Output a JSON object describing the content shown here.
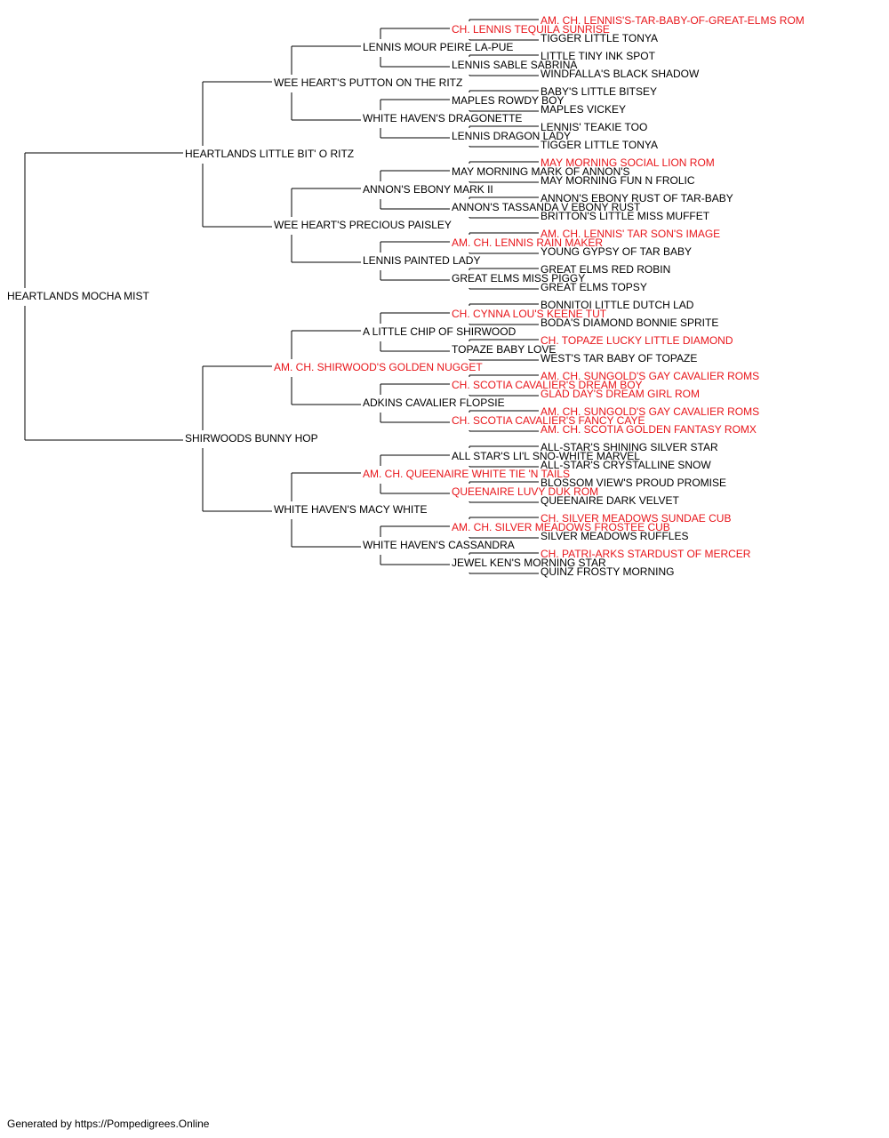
{
  "colors": {
    "champion": "#e8161b",
    "normal": "#000000",
    "line": "#000000"
  },
  "subject": {
    "name": "HEARTLANDS MOCHA MIST",
    "champion": false
  },
  "parents": [
    {
      "name": "HEARTLANDS LITTLE BIT' O RITZ",
      "champion": false
    },
    {
      "name": "SHIRWOODS BUNNY HOP",
      "champion": false
    }
  ],
  "grandparents": [
    {
      "name": "WEE HEART'S PUTTON ON THE RITZ",
      "champion": false
    },
    {
      "name": "WEE HEART'S PRECIOUS PAISLEY",
      "champion": false
    },
    {
      "name": "AM. CH. SHIRWOOD'S GOLDEN NUGGET",
      "champion": true
    },
    {
      "name": "WHITE HAVEN'S MACY WHITE",
      "champion": false
    }
  ],
  "great_grandparents": [
    {
      "name": "LENNIS MOUR PEIRE LA-PUE",
      "champion": false
    },
    {
      "name": "WHITE HAVEN'S DRAGONETTE",
      "champion": false
    },
    {
      "name": "ANNON'S EBONY MARK II",
      "champion": false
    },
    {
      "name": "LENNIS PAINTED LADY",
      "champion": false
    },
    {
      "name": "A LITTLE CHIP OF SHIRWOOD",
      "champion": false
    },
    {
      "name": "ADKINS CAVALIER FLOPSIE",
      "champion": false
    },
    {
      "name": "AM. CH. QUEENAIRE WHITE TIE 'N TAILS",
      "champion": true
    },
    {
      "name": "WHITE HAVEN'S CASSANDRA",
      "champion": false
    }
  ],
  "gen4": [
    {
      "name": "CH. LENNIS TEQUILA SUNRISE",
      "champion": true
    },
    {
      "name": "LENNIS SABLE SABRINA",
      "champion": false
    },
    {
      "name": "MAPLES ROWDY BOY",
      "champion": false
    },
    {
      "name": "LENNIS DRAGON LADY",
      "champion": false
    },
    {
      "name": "MAY MORNING MARK OF ANNON'S",
      "champion": false
    },
    {
      "name": "ANNON'S TASSANDA V EBONY RUST",
      "champion": false
    },
    {
      "name": "AM. CH. LENNIS RAIN MAKER",
      "champion": true
    },
    {
      "name": "GREAT ELMS MISS PIGGY",
      "champion": false
    },
    {
      "name": "CH. CYNNA LOU'S KEENE TUT",
      "champion": true
    },
    {
      "name": "TOPAZE BABY LOVE",
      "champion": false
    },
    {
      "name": "CH. SCOTIA CAVALIER'S DREAM BOY",
      "champion": true
    },
    {
      "name": "CH. SCOTIA CAVALIER'S FANCY CAYE",
      "champion": true
    },
    {
      "name": "ALL STAR'S LI'L SNO-WHITE MARVEL",
      "champion": false
    },
    {
      "name": "QUEENAIRE LUVY DUK ROM",
      "champion": true
    },
    {
      "name": "AM. CH. SILVER MEADOWS FROSTEE CUB",
      "champion": true
    },
    {
      "name": "JEWEL KEN'S MORNING STAR",
      "champion": false
    }
  ],
  "gen5": [
    {
      "name": "AM. CH. LENNIS'S-TAR-BABY-OF-GREAT-ELMS ROM",
      "champion": true
    },
    {
      "name": "TIGGER LITTLE TONYA",
      "champion": false
    },
    {
      "name": "LITTLE TINY INK SPOT",
      "champion": false
    },
    {
      "name": "WINDFALLA'S BLACK SHADOW",
      "champion": false
    },
    {
      "name": "BABY'S LITTLE BITSEY",
      "champion": false
    },
    {
      "name": "MAPLES VICKEY",
      "champion": false
    },
    {
      "name": "LENNIS' TEAKIE TOO",
      "champion": false
    },
    {
      "name": "TIGGER LITTLE TONYA",
      "champion": false
    },
    {
      "name": "MAY MORNING SOCIAL LION ROM",
      "champion": true
    },
    {
      "name": "MAY MORNING FUN N FROLIC",
      "champion": false
    },
    {
      "name": "ANNON'S EBONY RUST OF TAR-BABY",
      "champion": false
    },
    {
      "name": "BRITTON'S LITTLE MISS MUFFET",
      "champion": false
    },
    {
      "name": "AM. CH. LENNIS' TAR SON'S IMAGE",
      "champion": true
    },
    {
      "name": "YOUNG GYPSY OF TAR BABY",
      "champion": false
    },
    {
      "name": "GREAT ELMS RED ROBIN",
      "champion": false
    },
    {
      "name": "GREAT ELMS TOPSY",
      "champion": false
    },
    {
      "name": "BONNITOI LITTLE DUTCH LAD",
      "champion": false
    },
    {
      "name": "BODA'S DIAMOND BONNIE SPRITE",
      "champion": false
    },
    {
      "name": "CH. TOPAZE LUCKY LITTLE DIAMOND",
      "champion": true
    },
    {
      "name": "WEST'S TAR BABY OF TOPAZE",
      "champion": false
    },
    {
      "name": "AM. CH. SUNGOLD'S GAY CAVALIER ROMS",
      "champion": true
    },
    {
      "name": "GLAD DAY'S DREAM GIRL ROM",
      "champion": true
    },
    {
      "name": "AM. CH. SUNGOLD'S GAY CAVALIER ROMS",
      "champion": true
    },
    {
      "name": "AM. CH. SCOTIA GOLDEN FANTASY ROMX",
      "champion": true
    },
    {
      "name": "ALL-STAR'S SHINING SILVER STAR",
      "champion": false
    },
    {
      "name": "ALL-STAR'S CRYSTALLINE SNOW",
      "champion": false
    },
    {
      "name": "BLOSSOM VIEW'S PROUD PROMISE",
      "champion": false
    },
    {
      "name": "QUEENAIRE DARK VELVET",
      "champion": false
    },
    {
      "name": "CH. SILVER MEADOWS SUNDAE CUB",
      "champion": true
    },
    {
      "name": "SILVER MEADOWS RUFFLES",
      "champion": false
    },
    {
      "name": "CH. PATRI-ARKS STARDUST OF MERCER",
      "champion": true
    },
    {
      "name": "QUINZ FROSTY MORNING",
      "champion": false
    }
  ],
  "footer": "Generated by https://Pompedigrees.Online"
}
